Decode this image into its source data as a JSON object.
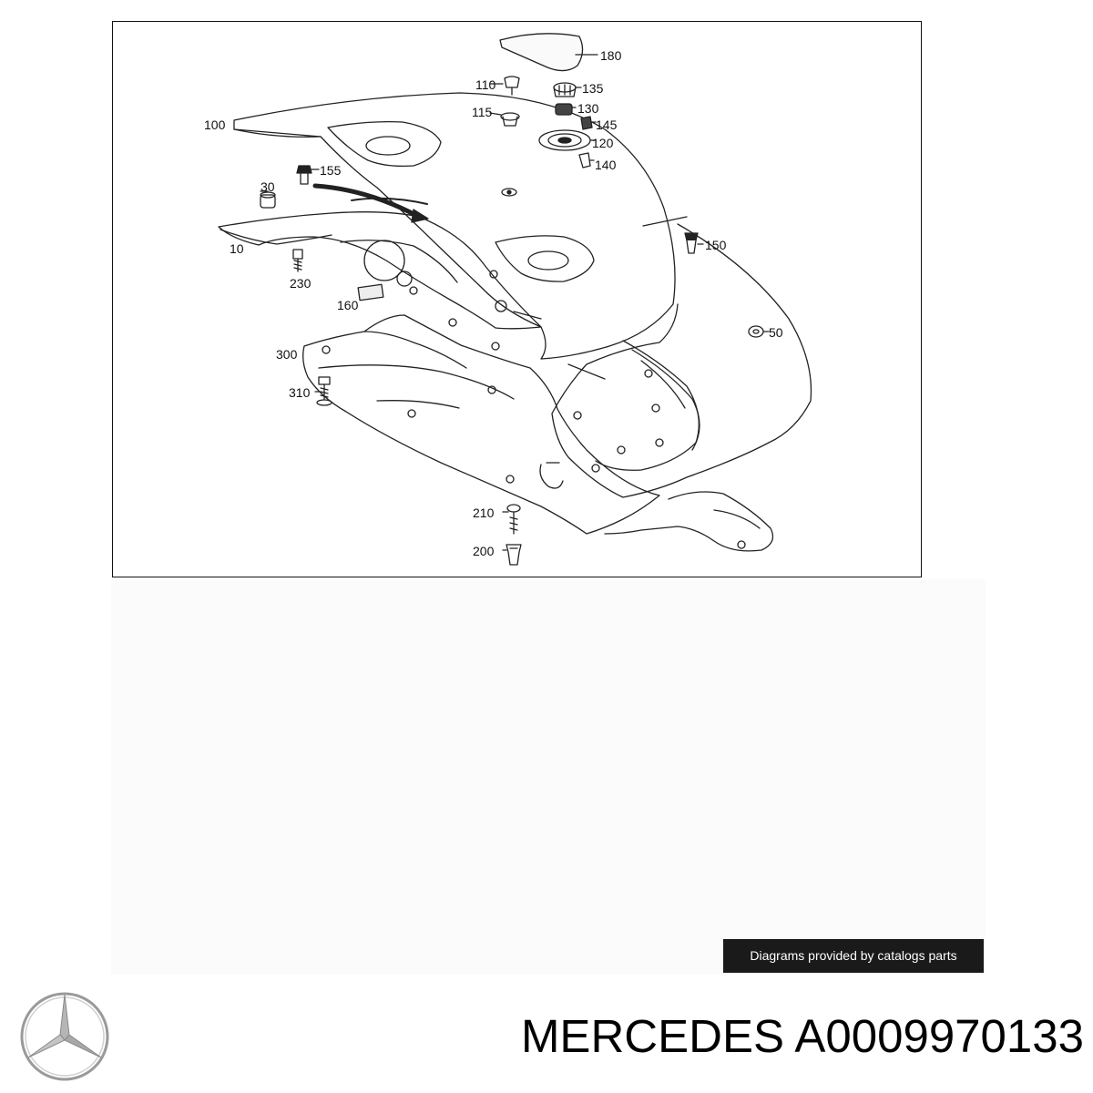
{
  "diagram": {
    "callouts": [
      "180",
      "110",
      "135",
      "115",
      "130",
      "100",
      "145",
      "120",
      "140",
      "155",
      "30",
      "150",
      "10",
      "230",
      "160",
      "50",
      "300",
      "310",
      "210",
      "200"
    ]
  },
  "credit_text": "Diagrams provided by catalogs parts",
  "brand_icon": "three-pointed-star-icon",
  "title": {
    "brand": "MERCEDES",
    "part_number": "A0009970133"
  }
}
